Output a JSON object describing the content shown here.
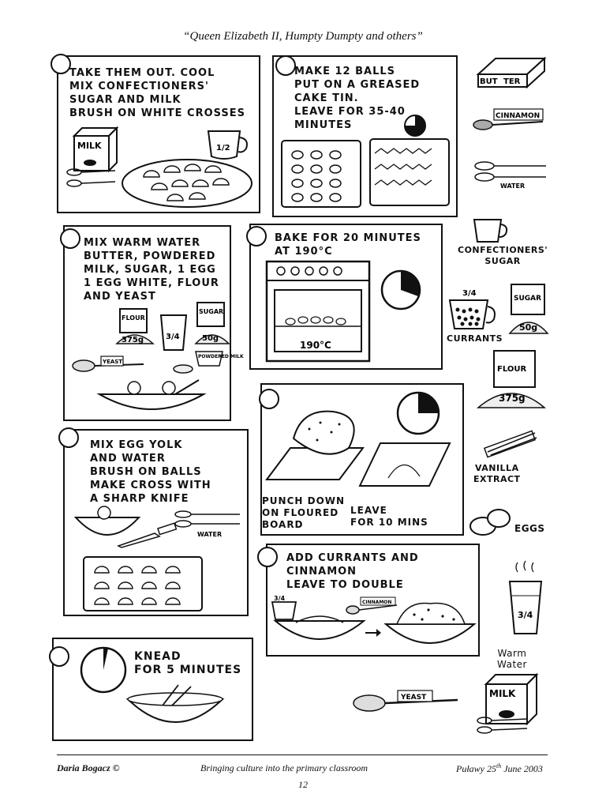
{
  "header": {
    "title": "“Queen Elizabeth II, Humpty Dumpty and others”"
  },
  "panels": {
    "p1": "TAKE THEM OUT. COOL\nMIX CONFECTIONERS'\nSUGAR AND MILK\nBRUSH ON WHITE CROSSES",
    "p2": "MAKE 12 BALLS\nPUT ON A GREASED\nCAKE TIN.\nLEAVE FOR 35-40\nMINUTES",
    "p3": "MIX WARM WATER\nBUTTER, POWDERED\nMILK, SUGAR, 1 EGG\n1 EGG WHITE, FLOUR\nAND YEAST",
    "p4": "BAKE FOR 20 MINUTES\nAT 190°C",
    "p5a": "PUNCH DOWN\nON FLOURED\nBOARD",
    "p5b": "LEAVE\nFOR 10 MINS",
    "p6": "MIX EGG YOLK\nAND WATER\nBRUSH ON BALLS\nMAKE CROSS WITH\nA SHARP KNIFE",
    "p7": "ADD CURRANTS AND\nCINNAMON\nLEAVE TO DOUBLE",
    "p8": "KNEAD\nFOR 5 MINUTES"
  },
  "inline_labels": {
    "milk": "MILK",
    "flour_weight": "375g",
    "sugar": "SUGAR",
    "sugar_weight": "50g",
    "flour": "FLOUR",
    "yeast": "YEAST",
    "powdered_milk": "POWDERED\nMILK",
    "fraction": "3/4",
    "oven_temp": "190°C",
    "water": "WATER",
    "cinnamon": "CINNAMON",
    "half": "1/2"
  },
  "ingredients": {
    "butter_a": "BUT",
    "butter_b": "TER",
    "cinnamon": "CINNAMON",
    "water": "WATER",
    "conf_sugar": "CONFECTIONERS'\nSUGAR",
    "currants_frac": "3/4",
    "currants": "CURRANTS",
    "sugar": "SUGAR",
    "sugar_weight": "50g",
    "flour": "FLOUR",
    "flour_weight": "375g",
    "vanilla": "VANILLA\nEXTRACT",
    "eggs": "EGGS",
    "warm_water": "Warm\nWater",
    "yeast": "YEAST",
    "milk": "MILK"
  },
  "footer": {
    "author": "Daria Bogacz ©",
    "center": "Bringing culture into the primary classroom",
    "date_place": "Puławy 25",
    "date_sup": "th",
    "date_rest": " June 2003",
    "page": "12"
  }
}
